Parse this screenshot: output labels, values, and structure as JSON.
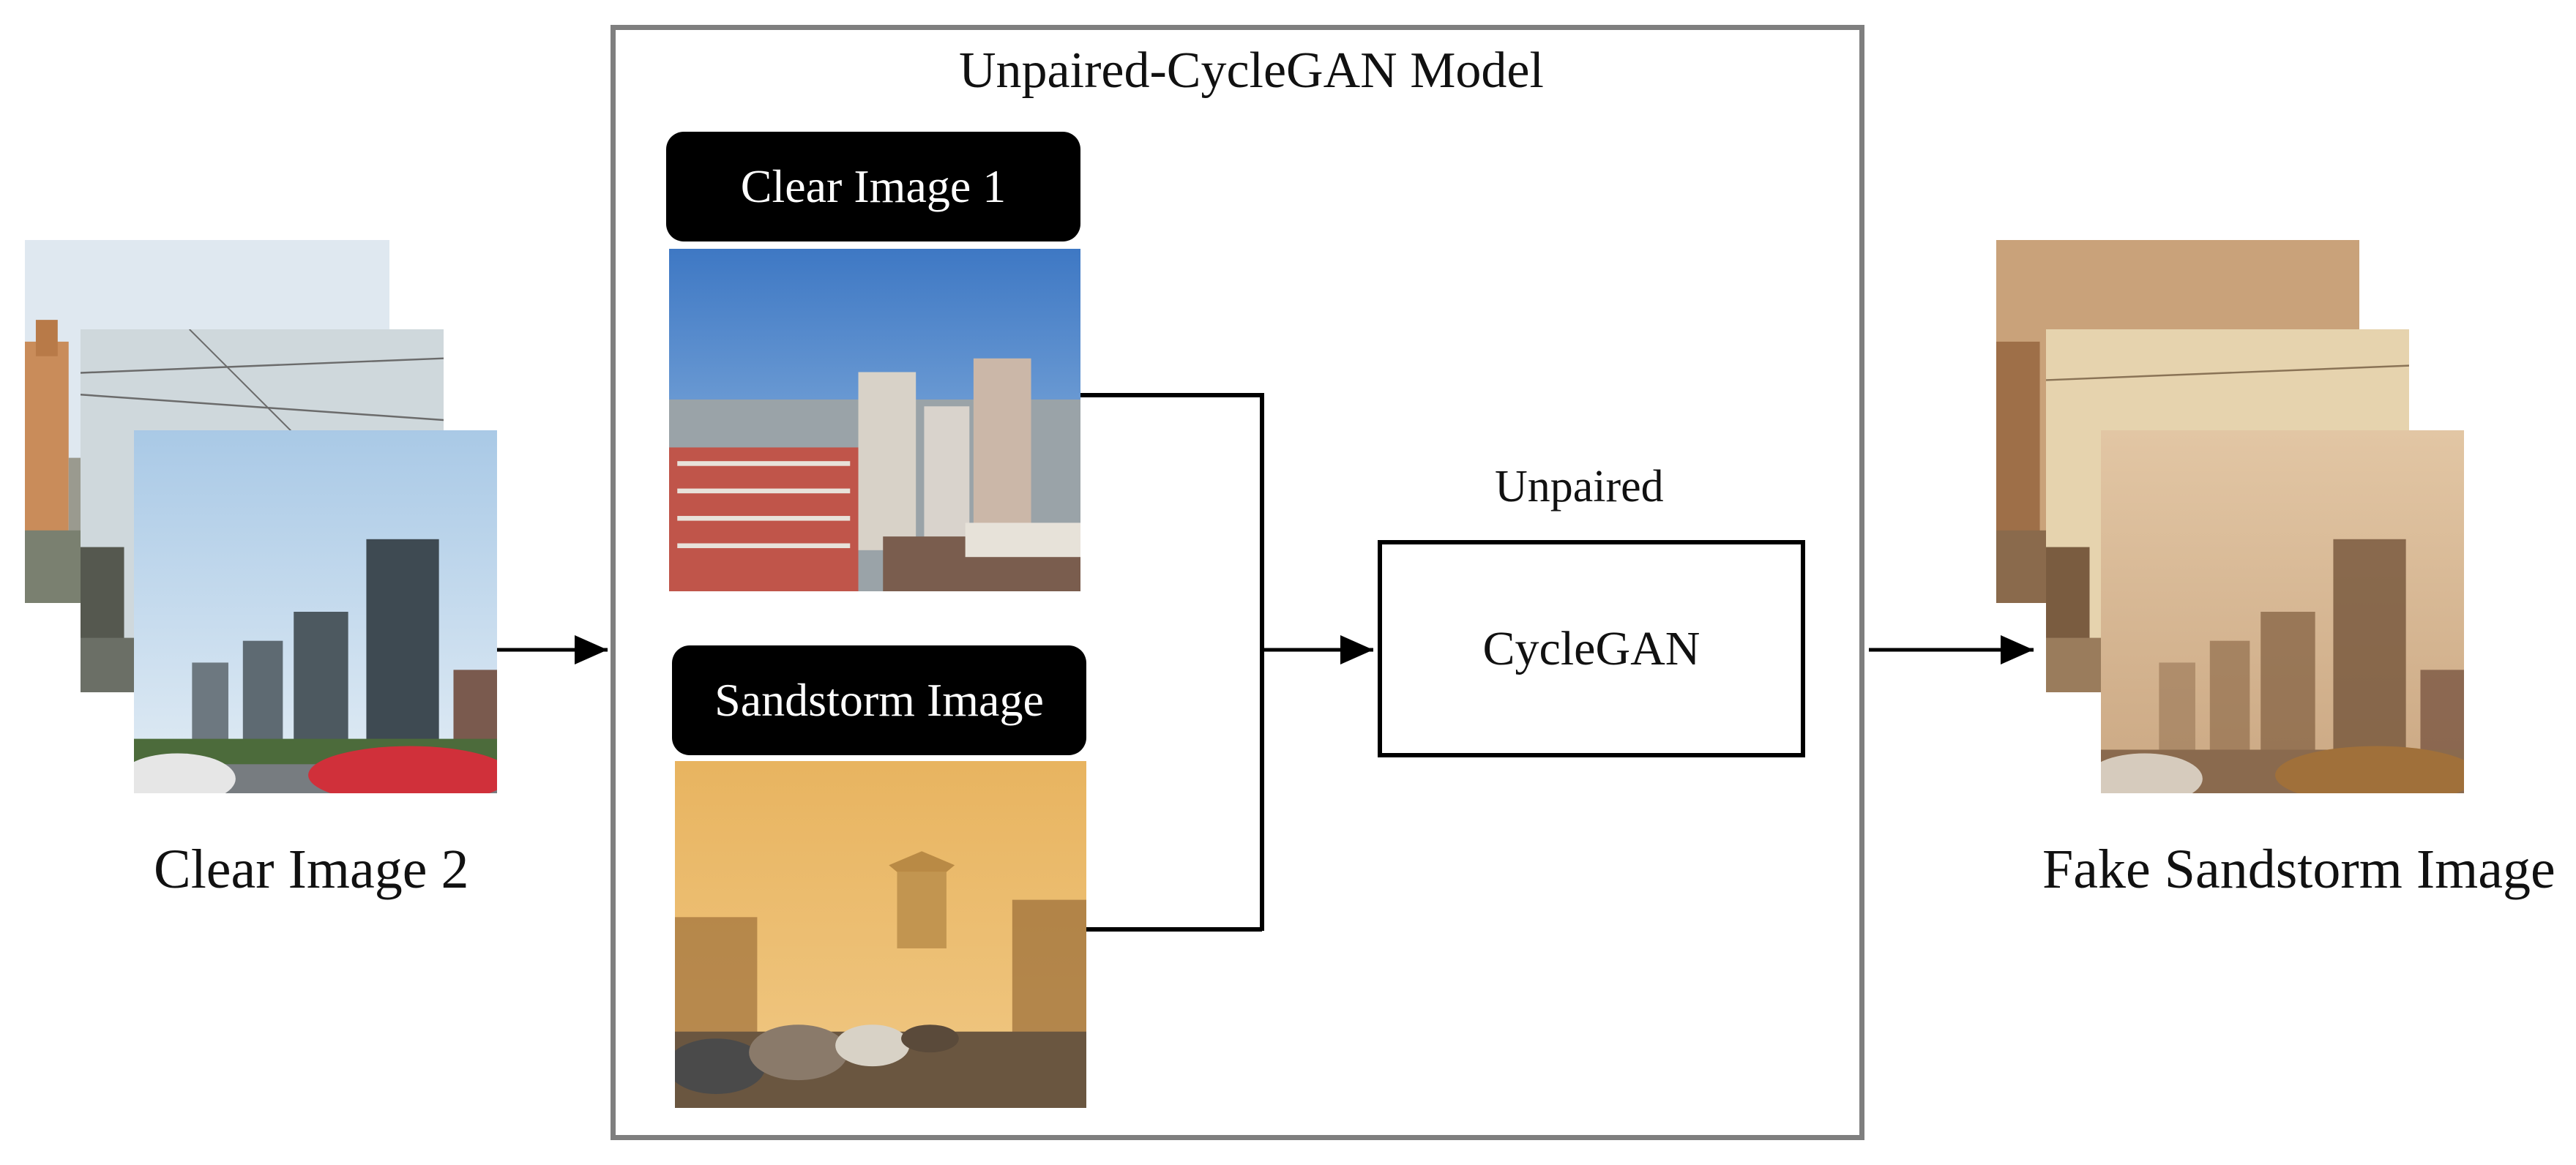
{
  "model": {
    "title": "Unpaired-CycleGAN Model",
    "input_tag_1": "Clear Image 1",
    "input_tag_2": "Sandstorm Image",
    "cyclegan_label": "Unpaired",
    "cyclegan_box": "CycleGAN"
  },
  "inputs": {
    "stack_label": "Clear Image 2"
  },
  "outputs": {
    "stack_label": "Fake Sandstorm Image"
  },
  "colors": {
    "frame": "#7f7f7f",
    "arrow": "#000000",
    "tag_bg": "#000000",
    "tag_text": "#ffffff"
  }
}
